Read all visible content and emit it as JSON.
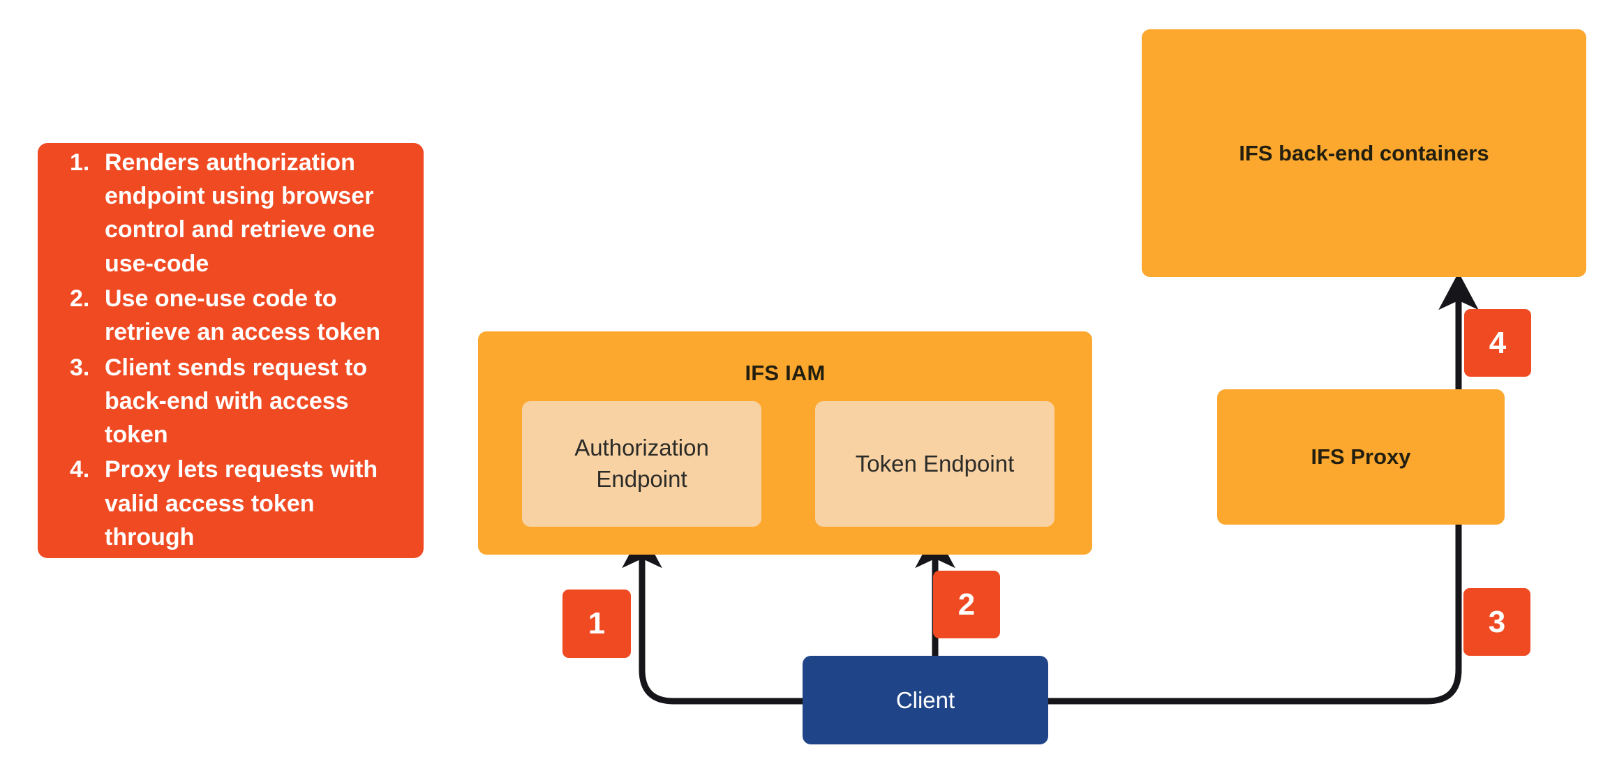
{
  "palette": {
    "red": "#F04A23",
    "orange": "#FCA82E",
    "beige": "#F9D2A3",
    "blue": "#1F4488",
    "arrow": "#16161a",
    "background": "#FFFFFF",
    "dark_text": "#231F10",
    "light_text": "#FFFFFF"
  },
  "legend": {
    "steps": [
      "Renders authorization endpoint using browser control and retrieve one use-code",
      "Use one-use code to retrieve an access token",
      "Client sends request to back-end with access token",
      "Proxy lets requests with valid access token through"
    ]
  },
  "nodes": {
    "iam": {
      "title": "IFS IAM",
      "children": [
        {
          "label": "Authorization Endpoint"
        },
        {
          "label": "Token Endpoint"
        }
      ]
    },
    "backend": {
      "label": "IFS back-end containers"
    },
    "proxy": {
      "label": "IFS Proxy"
    },
    "client": {
      "label": "Client"
    }
  },
  "badges": [
    {
      "number": "1"
    },
    {
      "number": "2"
    },
    {
      "number": "3"
    },
    {
      "number": "4"
    }
  ],
  "flows": [
    {
      "step": "1",
      "from": "Client",
      "to": "Authorization Endpoint"
    },
    {
      "step": "2",
      "from": "Client",
      "to": "Token Endpoint"
    },
    {
      "step": "3",
      "from": "Client",
      "to": "IFS Proxy"
    },
    {
      "step": "4",
      "from": "IFS Proxy",
      "to": "IFS back-end containers"
    }
  ]
}
